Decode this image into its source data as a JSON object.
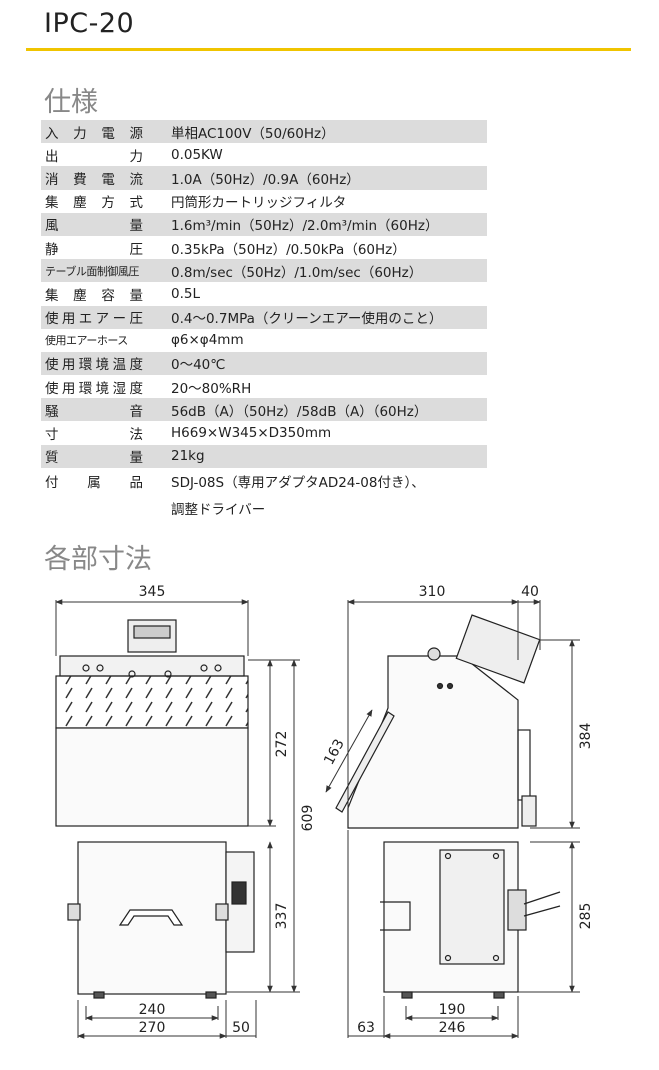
{
  "header": {
    "model": "IPC-20"
  },
  "spec_section": {
    "heading": "仕様",
    "rows": [
      {
        "label": "入力電源",
        "value": "単相AC100V（50/60Hz）"
      },
      {
        "label": "出力",
        "value": "0.05KW"
      },
      {
        "label": "消費電流",
        "value": "1.0A（50Hz）/0.9A（60Hz）"
      },
      {
        "label": "集塵方式",
        "value": "円筒形カートリッジフィルタ"
      },
      {
        "label": "風量",
        "value": "1.6m³/min（50Hz）/2.0m³/min（60Hz）"
      },
      {
        "label": "静圧",
        "value": "0.35kPa（50Hz）/0.50kPa（60Hz）"
      },
      {
        "label": "テーブル面制御風圧",
        "value": "0.8m/sec（50Hz）/1.0m/sec（60Hz）"
      },
      {
        "label": "集塵容量",
        "value": "0.5L"
      },
      {
        "label": "使用エアー圧",
        "value": "0.4〜0.7MPa（クリーンエアー使用のこと）"
      },
      {
        "label": "使用エアーホース",
        "value": "φ6×φ4mm"
      },
      {
        "label": "使用環境温度",
        "value": "0〜40℃"
      },
      {
        "label": "使用環境湿度",
        "value": "20〜80%RH"
      },
      {
        "label": "騒音",
        "value": "56dB（A）（50Hz）/58dB（A）（60Hz）"
      },
      {
        "label": "寸法",
        "value": "H669×W345×D350mm"
      },
      {
        "label": "質量",
        "value": "21kg"
      },
      {
        "label": "付属品",
        "value": "SDJ-08S（専用アダプタAD24-08付き）、",
        "value2": "調整ドライバー"
      }
    ]
  },
  "dims_section": {
    "heading": "各部寸法",
    "front": {
      "width": "345",
      "upper_h": "272",
      "total_h": "609",
      "lower_h": "337",
      "inner_w": "240",
      "base_w": "270",
      "offset": "50"
    },
    "side": {
      "depth": "310",
      "knob": "40",
      "upper_h": "384",
      "slope": "163",
      "lower_h": "285",
      "inner_d": "190",
      "base_d": "246",
      "offset": "63"
    }
  }
}
